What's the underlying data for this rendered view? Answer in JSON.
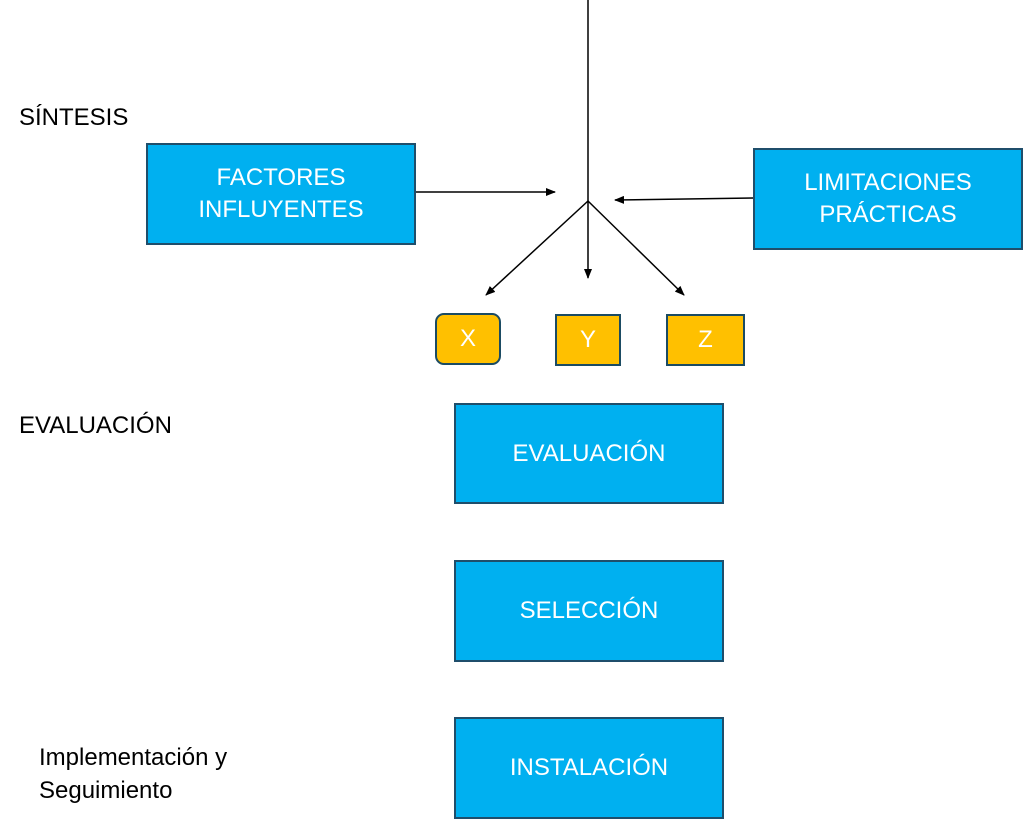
{
  "labels": {
    "sintesis": "SÍNTESIS",
    "evaluacion": "EVALUACIÓN",
    "implementacion_line1": "Implementación y",
    "implementacion_line2": "Seguimiento"
  },
  "boxes": {
    "factores_line1": "FACTORES",
    "factores_line2": "INFLUYENTES",
    "limitaciones_line1": "LIMITACIONES",
    "limitaciones_line2": "PRÁCTICAS",
    "x": "X",
    "y": "Y",
    "z": "Z",
    "evaluacion": "EVALUACIÓN",
    "seleccion": "SELECCIÓN",
    "instalacion": "INSTALACIÓN"
  },
  "colors": {
    "blue": "#00B0F0",
    "yellow": "#FFC000",
    "border": "#1F4E6B"
  }
}
